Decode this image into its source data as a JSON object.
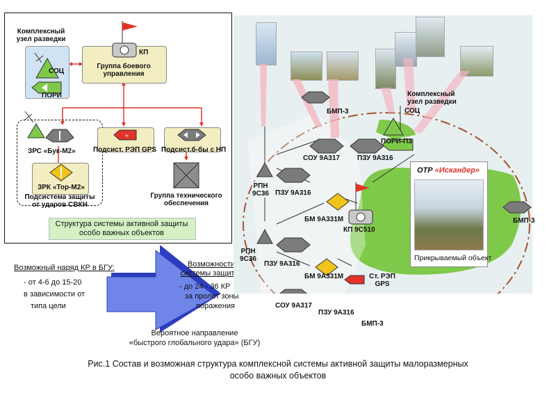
{
  "legend": {
    "recon_node": [
      "Комплексный",
      "узел разведки"
    ],
    "sots": "СОЦ",
    "pori": "ПОРИ",
    "kp": "КП",
    "combat_group": [
      "Группа боевого",
      "управления"
    ],
    "zrs_buk": "ЗРС «Бук-М2»",
    "zrk_tor": "ЗРК «Тор-М2»",
    "svkn_subsystem": [
      "Подсистема защиты",
      "от ударов СВКН"
    ],
    "gps_subsystem": "Подсист. РЭП GPS",
    "np_subsystem": "Подсист.б-бы с НП",
    "tech_group": [
      "Группа технического",
      "обеспечения"
    ],
    "title": [
      "Структура  системы активной защиты",
      "особо  важных объектов"
    ]
  },
  "left_panel": {
    "kr_heading": "Возможный наряд КР в БГУ:",
    "kr_lines": [
      "- от 4-6 до 15-20",
      "в зависимости от",
      "типа цели"
    ],
    "def_heading": [
      "Возможности",
      "системы защиты:"
    ],
    "def_lines": [
      "- до 24 - 36 КР",
      "за пролет зоны",
      "поражения"
    ],
    "direction": [
      "Вероятное  направление",
      "«быстрого глобального удара» (БГУ)"
    ]
  },
  "map": {
    "recon_node": [
      "Комплексный",
      "узел разведки"
    ],
    "sots": "СОЦ",
    "bmp_top": "БМП-3",
    "pori_p3": "ПОРИ-П3",
    "sou_top": "СОУ 9А317",
    "pzu_top": "ПЗУ 9А316",
    "rpn_top": [
      "РПН",
      "9С36"
    ],
    "pzu_mid": "ПЗУ 9А316",
    "bm_top": "БМ 9А331М",
    "kp_9c510": "КП 9С510",
    "rpn_bottom": [
      "РПН",
      "9С36"
    ],
    "pzu_lower": "ПЗУ 9А316",
    "bm_bottom": "БМ 9А331М",
    "gps_station": [
      "Ст. РЭП",
      "GPS"
    ],
    "sou_bottom": "СОУ 9А317",
    "pzu_bottom": "ПЗУ 9А316",
    "bmp_bottom": "БМП-3",
    "bmp_right": "БМП-3",
    "otr_prefix": "ОТР ",
    "otr_name": "«Искандер»",
    "protected": "Прикрываемый объект"
  },
  "caption": [
    "Рис.1  Состав и возможная структура комплексной системы активной защиты малоразмерных",
    "особо  важных объектов"
  ],
  "colors": {
    "map_bg": "#e8eff0",
    "green": "#7ec94a",
    "dash": "#a0522d",
    "red": "#e0342a",
    "diamond": "#7b7b7b",
    "yellow": "#f2c31a",
    "arrow": "#2d3dbf"
  }
}
